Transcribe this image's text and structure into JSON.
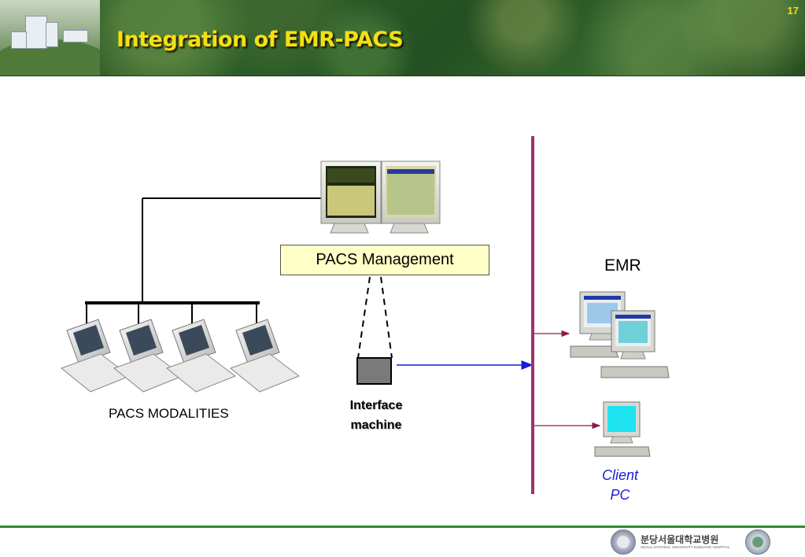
{
  "slide": {
    "title": "Integration of EMR-PACS",
    "page_number": "17"
  },
  "diagram": {
    "pacs_management_label": "PACS Management",
    "emr_label": "EMR",
    "modalities_label": "PACS MODALITIES",
    "interface_label_line1": "Interface",
    "interface_label_line2": "machine",
    "client_label_line1": "Client",
    "client_label_line2": "PC"
  },
  "footer": {
    "hospital_name_ko": "분당서울대학교병원",
    "hospital_name_en": "SEOUL NATIONAL UNIVERSITY BUNDANG HOSPITAL"
  },
  "colors": {
    "title": "#f2e012",
    "backbone": "#a0306e",
    "interface_arrow": "#1a1ad8",
    "pacs_box_fill": "#ffffc8",
    "footer_line": "#2e8b2e"
  }
}
